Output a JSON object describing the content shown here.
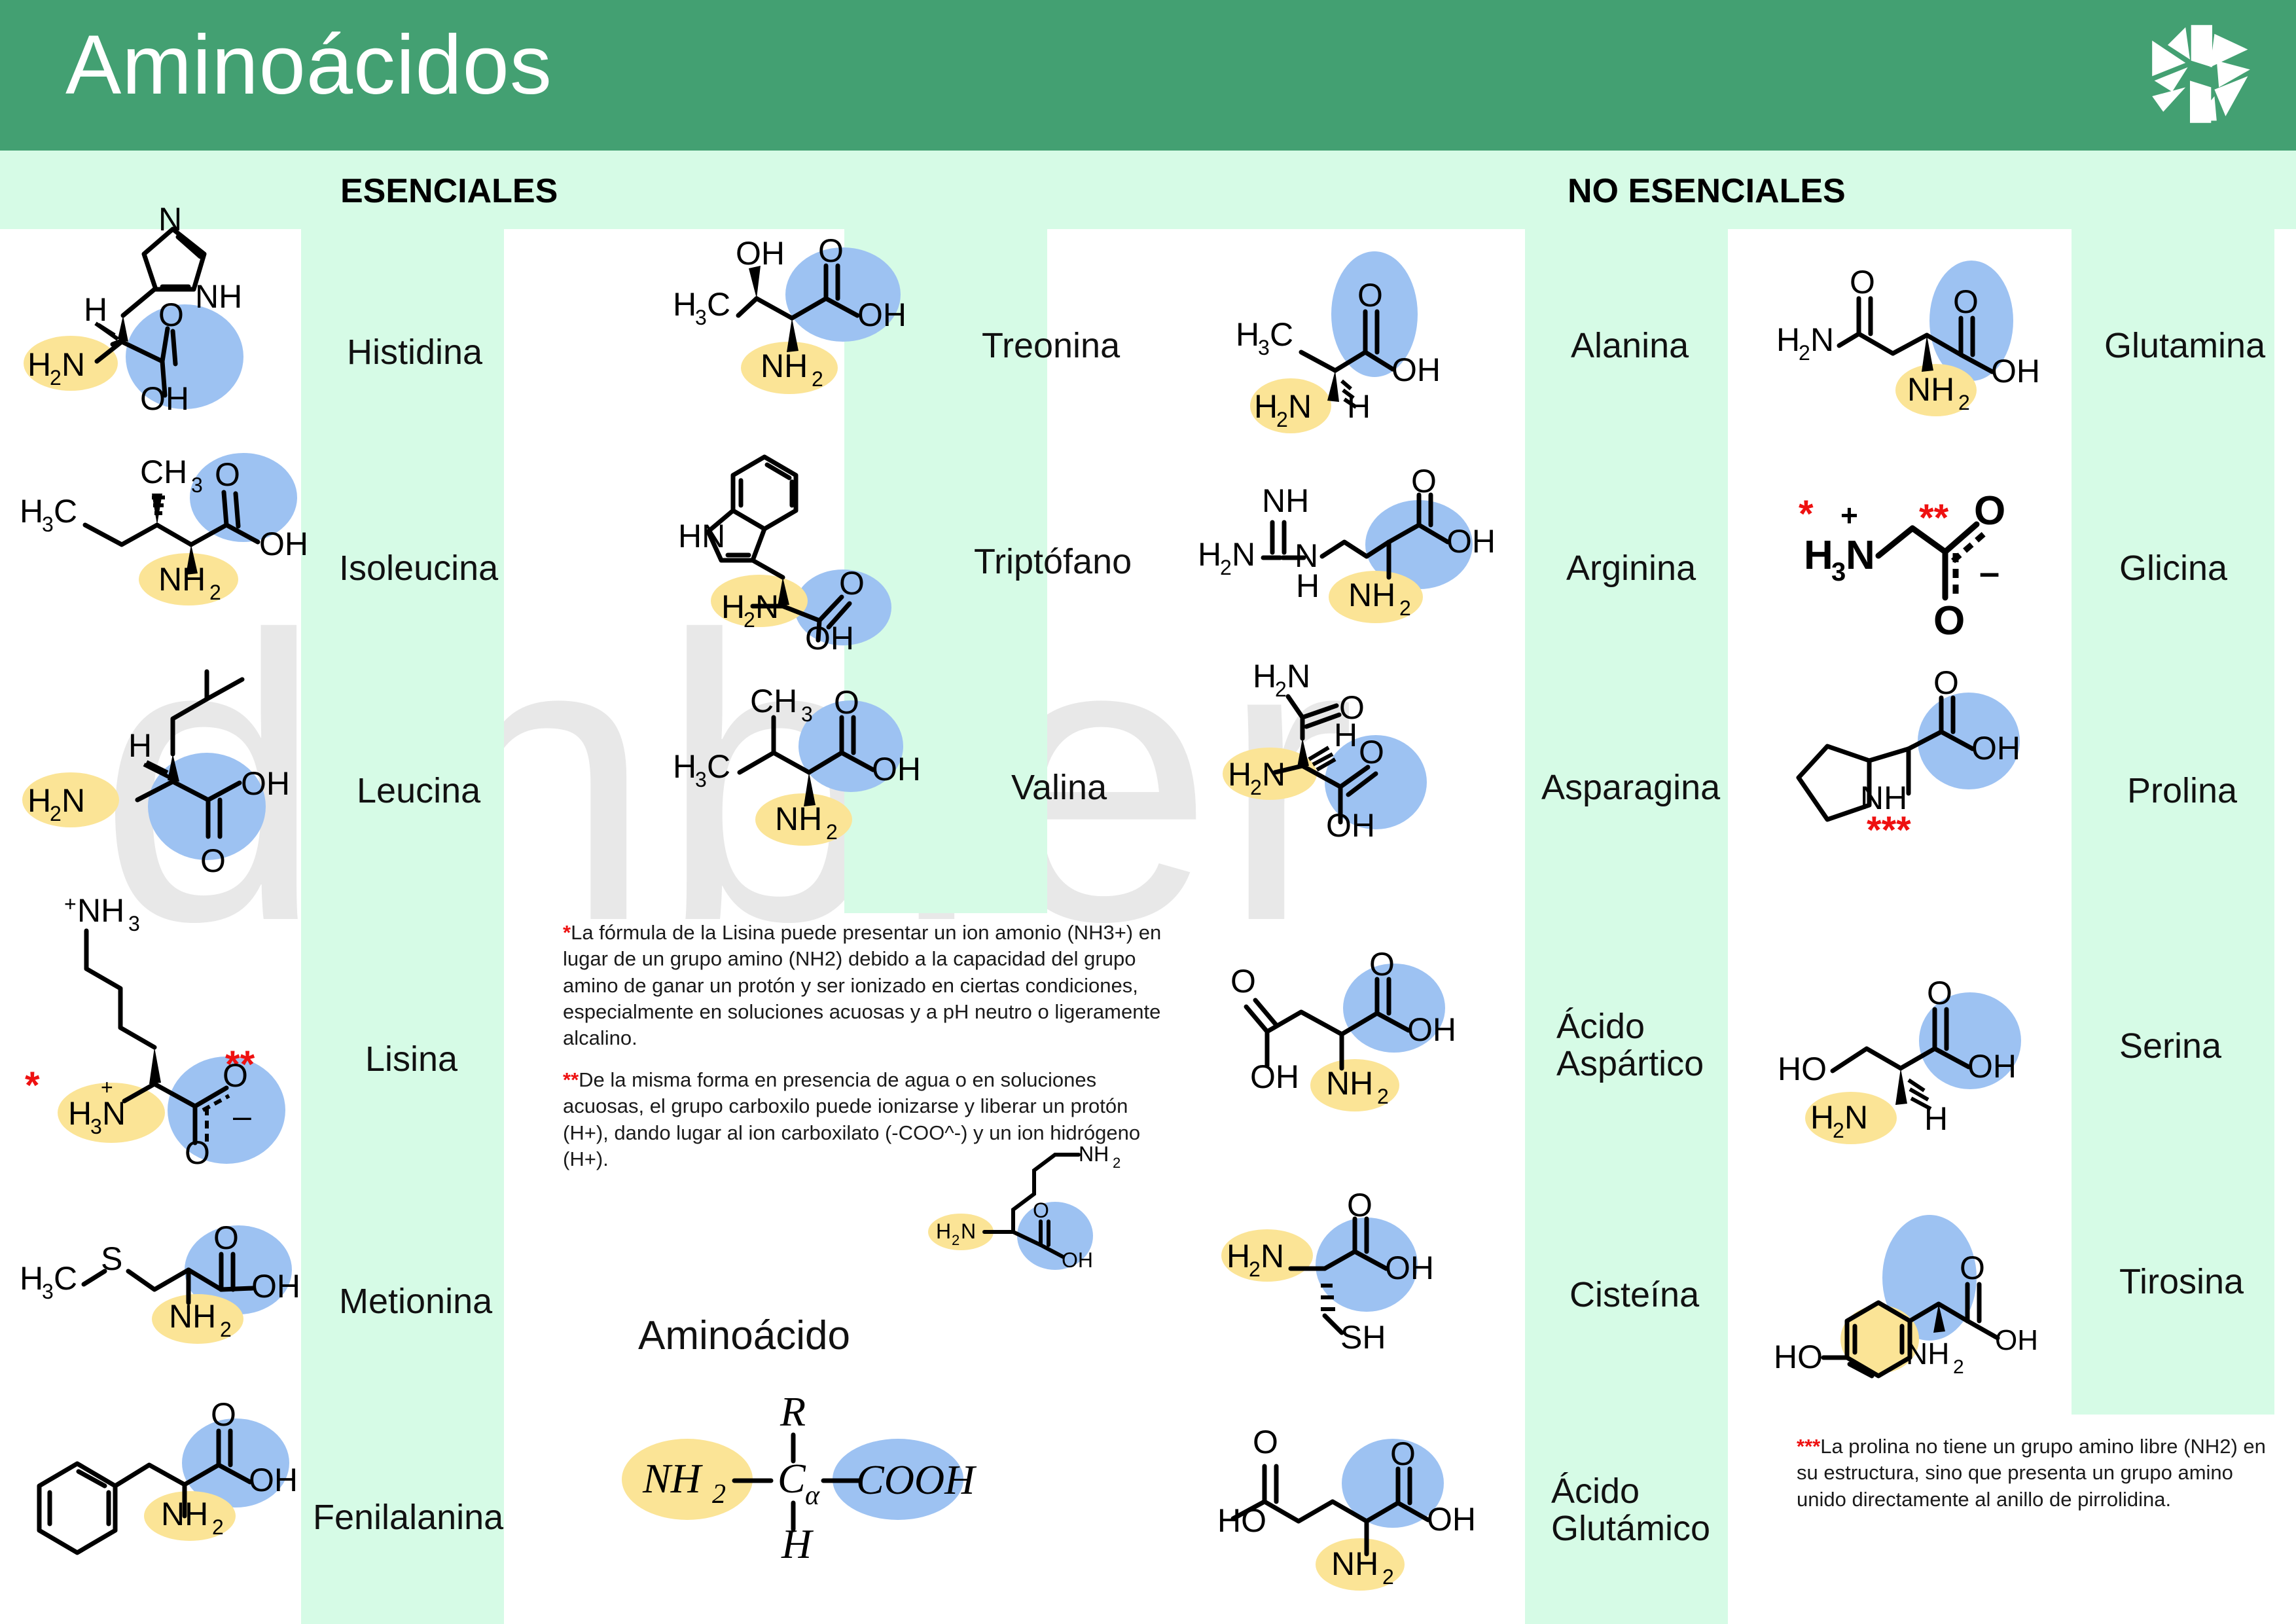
{
  "header": {
    "title": "Aminoácidos",
    "logo_name": "dinbier-pinwheel-logo",
    "bg_color": "#43a072"
  },
  "sections": {
    "essential_label": "ESENCIALES",
    "non_essential_label": "NO ESENCIALES"
  },
  "watermark": {
    "text": "dinbier",
    "color": "#e8e8e8"
  },
  "palette": {
    "amino_group_highlight": "#fbe496",
    "carboxyl_group_highlight": "#9dc2f2",
    "label_stripe": "#d6fbe6",
    "asterisk_red": "#ee1111",
    "r_group_magenta": "#ff4de0",
    "alpha_carbon_red": "#f0422a"
  },
  "columns": [
    {
      "group": "esenciales",
      "items": [
        {
          "name": "Histidina",
          "formula_label": "Histidina"
        },
        {
          "name": "Isoleucina",
          "formula_label": "Isoleucina"
        },
        {
          "name": "Leucina",
          "formula_label": "Leucina"
        },
        {
          "name": "Lisina",
          "formula_label": "Lisina"
        },
        {
          "name": "Metionina",
          "formula_label": "Metionina"
        },
        {
          "name": "Fenilalanina",
          "formula_label": "Fenilalanina"
        }
      ]
    },
    {
      "group": "esenciales",
      "items": [
        {
          "name": "Treonina",
          "formula_label": "Treonina"
        },
        {
          "name": "Triptófano",
          "formula_label": "Triptófano"
        },
        {
          "name": "Valina",
          "formula_label": "Valina"
        }
      ]
    },
    {
      "group": "no_esenciales",
      "items": [
        {
          "name": "Alanina",
          "formula_label": "Alanina"
        },
        {
          "name": "Arginina",
          "formula_label": "Arginina"
        },
        {
          "name": "Asparagina",
          "formula_label": "Asparagina"
        },
        {
          "name": "Ácido Aspártico",
          "formula_label": "Ácido\nAspártico"
        },
        {
          "name": "Cisteína",
          "formula_label": "Cisteína"
        },
        {
          "name": "Ácido Glutámico",
          "formula_label": "Ácido\nGlutámico"
        }
      ]
    },
    {
      "group": "no_esenciales",
      "items": [
        {
          "name": "Glutamina",
          "formula_label": "Glutamina"
        },
        {
          "name": "Glicina",
          "formula_label": "Glicina"
        },
        {
          "name": "Prolina",
          "formula_label": "Prolina"
        },
        {
          "name": "Serina",
          "formula_label": "Serina"
        },
        {
          "name": "Tirosina",
          "formula_label": "Tirosina"
        }
      ]
    }
  ],
  "atoms": {
    "h2n": "H2N",
    "nh2": "NH2",
    "oh": "OH",
    "o": "O",
    "n": "N",
    "nh": "NH",
    "hn": "HN",
    "h": "H",
    "h3c": "H3C",
    "ch3": "CH3",
    "ho": "HO",
    "sh": "SH",
    "s": "S",
    "h3n": "H3N",
    "nh3": "NH3",
    "plus": "+",
    "minus": "–"
  },
  "notes": {
    "note1_marker": "*",
    "note1": "La fórmula de la Lisina puede presentar un ion amonio (NH3+) en lugar de un grupo amino (NH2) debido a la capacidad del grupo amino de ganar un protón y ser ionizado en ciertas condiciones, especialmente en soluciones acuosas y a pH neutro o ligeramente alcalino.",
    "note2_marker": "**",
    "note2": "De la misma forma en presencia de agua o en soluciones acuosas, el grupo carboxilo puede ionizarse y liberar un protón (H+), dando lugar al ion carboxilato (-COO^-) y un ion hidrógeno (H+).",
    "note3_marker": "***",
    "note3": "La prolina no tiene un grupo amino libre (NH2) en su estructura, sino que presenta un grupo amino unido directamente al anillo de pirrolidina."
  },
  "generic": {
    "title": "Aminoácido",
    "amino": "NH2",
    "carboxyl": "COOH",
    "alpha_carbon": "C",
    "alpha_sub": "α",
    "r_group": "R",
    "hydrogen": "H"
  }
}
